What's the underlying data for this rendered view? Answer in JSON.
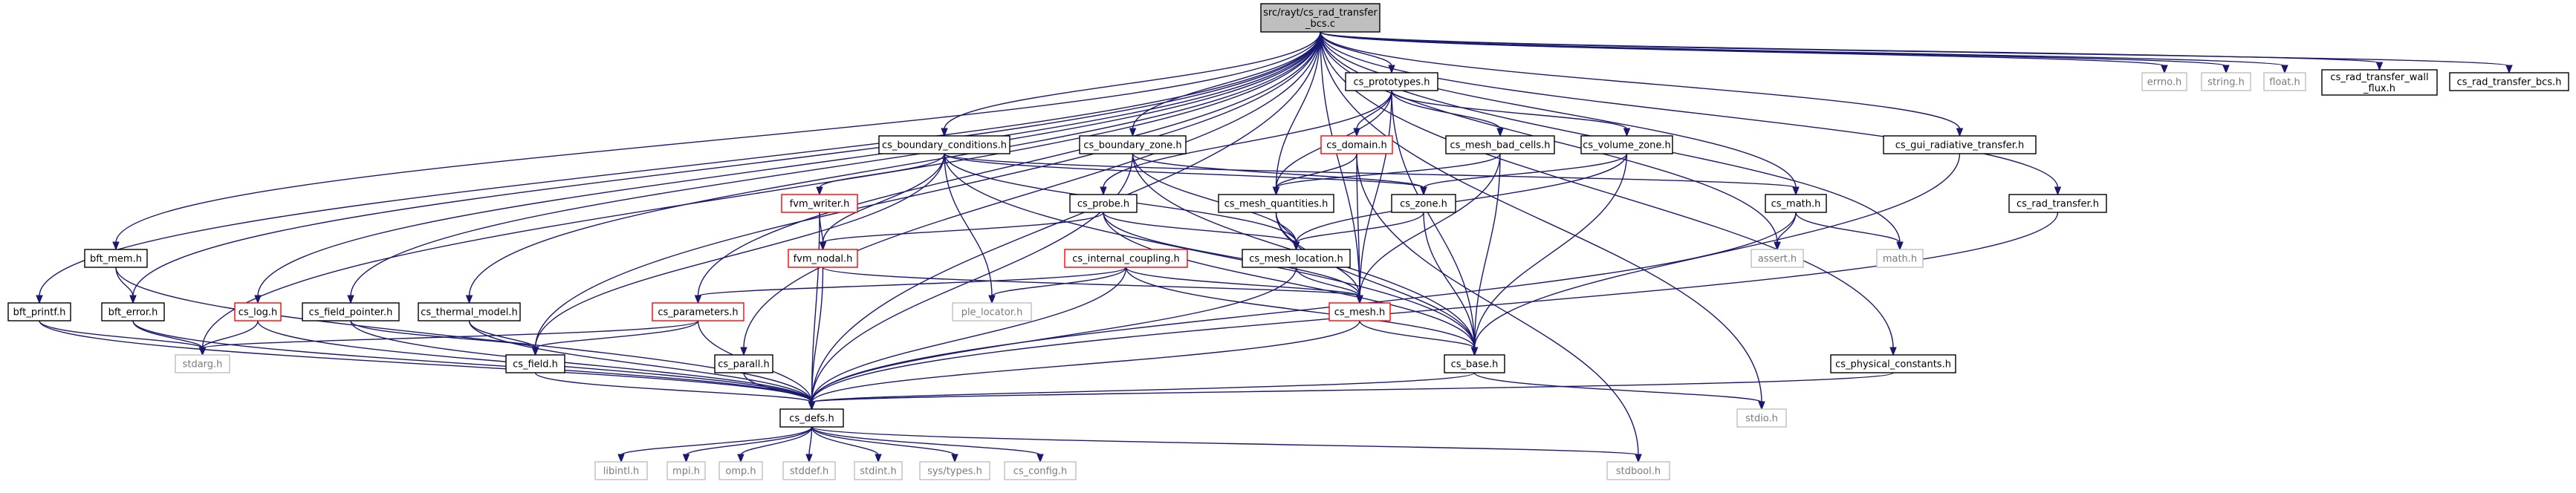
{
  "diagram": {
    "type": "include-dependency-graph",
    "colors": {
      "root_fill": "#bfbfbf",
      "documented_border": "#000000",
      "incomplete_border": "#ff0000",
      "external_border": "#bfbfbf",
      "external_text": "#7a7a7a",
      "edge": "#191970"
    },
    "nodes": [
      {
        "id": "root",
        "label": [
          "src/rayt/cs_rad_transfer",
          "_bcs.c"
        ],
        "kind": "root"
      },
      {
        "id": "prototypes",
        "label": [
          "cs_prototypes.h"
        ],
        "kind": "documented"
      },
      {
        "id": "errno",
        "label": [
          "errno.h"
        ],
        "kind": "external"
      },
      {
        "id": "string",
        "label": [
          "string.h"
        ],
        "kind": "external"
      },
      {
        "id": "float",
        "label": [
          "float.h"
        ],
        "kind": "external"
      },
      {
        "id": "wall_flux",
        "label": [
          "cs_rad_transfer_wall",
          "_flux.h"
        ],
        "kind": "documented"
      },
      {
        "id": "rt_bcs",
        "label": [
          "cs_rad_transfer_bcs.h"
        ],
        "kind": "documented"
      },
      {
        "id": "bc",
        "label": [
          "cs_boundary_conditions.h"
        ],
        "kind": "documented"
      },
      {
        "id": "bzone",
        "label": [
          "cs_boundary_zone.h"
        ],
        "kind": "documented"
      },
      {
        "id": "domain",
        "label": [
          "cs_domain.h"
        ],
        "kind": "incomplete"
      },
      {
        "id": "badcells",
        "label": [
          "cs_mesh_bad_cells.h"
        ],
        "kind": "documented"
      },
      {
        "id": "vzone",
        "label": [
          "cs_volume_zone.h"
        ],
        "kind": "documented"
      },
      {
        "id": "gui_rad",
        "label": [
          "cs_gui_radiative_transfer.h"
        ],
        "kind": "documented"
      },
      {
        "id": "fvm_writer",
        "label": [
          "fvm_writer.h"
        ],
        "kind": "incomplete"
      },
      {
        "id": "probe",
        "label": [
          "cs_probe.h"
        ],
        "kind": "documented"
      },
      {
        "id": "mq",
        "label": [
          "cs_mesh_quantities.h"
        ],
        "kind": "documented"
      },
      {
        "id": "zone",
        "label": [
          "cs_zone.h"
        ],
        "kind": "documented"
      },
      {
        "id": "math",
        "label": [
          "cs_math.h"
        ],
        "kind": "documented"
      },
      {
        "id": "rad_transfer",
        "label": [
          "cs_rad_transfer.h"
        ],
        "kind": "documented"
      },
      {
        "id": "bft_mem",
        "label": [
          "bft_mem.h"
        ],
        "kind": "documented"
      },
      {
        "id": "fvm_nodal",
        "label": [
          "fvm_nodal.h"
        ],
        "kind": "incomplete"
      },
      {
        "id": "intcpl",
        "label": [
          "cs_internal_coupling.h"
        ],
        "kind": "incomplete"
      },
      {
        "id": "mloc",
        "label": [
          "cs_mesh_location.h"
        ],
        "kind": "documented"
      },
      {
        "id": "assert",
        "label": [
          "assert.h"
        ],
        "kind": "external"
      },
      {
        "id": "mathh",
        "label": [
          "math.h"
        ],
        "kind": "external"
      },
      {
        "id": "bft_printf",
        "label": [
          "bft_printf.h"
        ],
        "kind": "documented"
      },
      {
        "id": "bft_error",
        "label": [
          "bft_error.h"
        ],
        "kind": "documented"
      },
      {
        "id": "log",
        "label": [
          "cs_log.h"
        ],
        "kind": "incomplete"
      },
      {
        "id": "fptr",
        "label": [
          "cs_field_pointer.h"
        ],
        "kind": "documented"
      },
      {
        "id": "thermal",
        "label": [
          "cs_thermal_model.h"
        ],
        "kind": "documented"
      },
      {
        "id": "params",
        "label": [
          "cs_parameters.h"
        ],
        "kind": "incomplete"
      },
      {
        "id": "ple",
        "label": [
          "ple_locator.h"
        ],
        "kind": "external"
      },
      {
        "id": "mesh",
        "label": [
          "cs_mesh.h"
        ],
        "kind": "incomplete"
      },
      {
        "id": "stdarg",
        "label": [
          "stdarg.h"
        ],
        "kind": "external"
      },
      {
        "id": "field",
        "label": [
          "cs_field.h"
        ],
        "kind": "documented"
      },
      {
        "id": "parall",
        "label": [
          "cs_parall.h"
        ],
        "kind": "documented"
      },
      {
        "id": "base",
        "label": [
          "cs_base.h"
        ],
        "kind": "documented"
      },
      {
        "id": "physc",
        "label": [
          "cs_physical_constants.h"
        ],
        "kind": "documented"
      },
      {
        "id": "defs",
        "label": [
          "cs_defs.h"
        ],
        "kind": "documented"
      },
      {
        "id": "stdio",
        "label": [
          "stdio.h"
        ],
        "kind": "external"
      },
      {
        "id": "libintl",
        "label": [
          "libintl.h"
        ],
        "kind": "external"
      },
      {
        "id": "mpi",
        "label": [
          "mpi.h"
        ],
        "kind": "external"
      },
      {
        "id": "omp",
        "label": [
          "omp.h"
        ],
        "kind": "external"
      },
      {
        "id": "stddef",
        "label": [
          "stddef.h"
        ],
        "kind": "external"
      },
      {
        "id": "stdint",
        "label": [
          "stdint.h"
        ],
        "kind": "external"
      },
      {
        "id": "systypes",
        "label": [
          "sys/types.h"
        ],
        "kind": "external"
      },
      {
        "id": "config",
        "label": [
          "cs_config.h"
        ],
        "kind": "external"
      },
      {
        "id": "stdbool",
        "label": [
          "stdbool.h"
        ],
        "kind": "external"
      }
    ],
    "edges": [
      [
        "root",
        "prototypes"
      ],
      [
        "root",
        "errno"
      ],
      [
        "root",
        "string"
      ],
      [
        "root",
        "float"
      ],
      [
        "root",
        "wall_flux"
      ],
      [
        "root",
        "rt_bcs"
      ],
      [
        "root",
        "bc"
      ],
      [
        "root",
        "bzone"
      ],
      [
        "root",
        "mq"
      ],
      [
        "root",
        "mesh"
      ],
      [
        "root",
        "math"
      ],
      [
        "root",
        "assert"
      ],
      [
        "root",
        "mathh"
      ],
      [
        "root",
        "gui_rad"
      ],
      [
        "root",
        "rad_transfer"
      ],
      [
        "root",
        "physc"
      ],
      [
        "root",
        "stdio"
      ],
      [
        "root",
        "bft_mem"
      ],
      [
        "root",
        "bft_printf"
      ],
      [
        "root",
        "bft_error"
      ],
      [
        "root",
        "log"
      ],
      [
        "root",
        "fptr"
      ],
      [
        "root",
        "thermal"
      ],
      [
        "root",
        "params"
      ],
      [
        "root",
        "parall"
      ],
      [
        "root",
        "field"
      ],
      [
        "root",
        "stdarg"
      ],
      [
        "root",
        "defs"
      ],
      [
        "prototypes",
        "domain"
      ],
      [
        "prototypes",
        "badcells"
      ],
      [
        "prototypes",
        "vzone"
      ],
      [
        "prototypes",
        "probe"
      ],
      [
        "prototypes",
        "mq"
      ],
      [
        "prototypes",
        "mesh"
      ],
      [
        "prototypes",
        "base"
      ],
      [
        "bc",
        "fvm_writer"
      ],
      [
        "bc",
        "fvm_nodal"
      ],
      [
        "bc",
        "field"
      ],
      [
        "bc",
        "mloc"
      ],
      [
        "bc",
        "zone"
      ],
      [
        "bc",
        "ple"
      ],
      [
        "bc",
        "base"
      ],
      [
        "bc",
        "math"
      ],
      [
        "bzone",
        "zone"
      ],
      [
        "bzone",
        "mloc"
      ],
      [
        "bzone",
        "defs"
      ],
      [
        "bzone",
        "base"
      ],
      [
        "domain",
        "mq"
      ],
      [
        "domain",
        "mesh"
      ],
      [
        "domain",
        "stdbool"
      ],
      [
        "badcells",
        "mq"
      ],
      [
        "badcells",
        "mesh"
      ],
      [
        "badcells",
        "base"
      ],
      [
        "vzone",
        "zone"
      ],
      [
        "vzone",
        "mloc"
      ],
      [
        "vzone",
        "base"
      ],
      [
        "gui_rad",
        "base"
      ],
      [
        "fvm_writer",
        "fvm_nodal"
      ],
      [
        "fvm_writer",
        "defs"
      ],
      [
        "probe",
        "fvm_nodal"
      ],
      [
        "probe",
        "mloc"
      ],
      [
        "probe",
        "mesh"
      ],
      [
        "probe",
        "base"
      ],
      [
        "mq",
        "mloc"
      ],
      [
        "mq",
        "mesh"
      ],
      [
        "mq",
        "base"
      ],
      [
        "zone",
        "mloc"
      ],
      [
        "zone",
        "base"
      ],
      [
        "math",
        "assert"
      ],
      [
        "math",
        "mathh"
      ],
      [
        "math",
        "defs"
      ],
      [
        "rad_transfer",
        "defs"
      ],
      [
        "bft_mem",
        "bft_error"
      ],
      [
        "bft_mem",
        "defs"
      ],
      [
        "fvm_nodal",
        "mesh"
      ],
      [
        "fvm_nodal",
        "defs"
      ],
      [
        "intcpl",
        "params"
      ],
      [
        "intcpl",
        "ple"
      ],
      [
        "intcpl",
        "mesh"
      ],
      [
        "intcpl",
        "base"
      ],
      [
        "intcpl",
        "defs"
      ],
      [
        "mloc",
        "mesh"
      ],
      [
        "mloc",
        "defs"
      ],
      [
        "bft_printf",
        "stdarg"
      ],
      [
        "bft_printf",
        "defs"
      ],
      [
        "bft_error",
        "stdarg"
      ],
      [
        "bft_error",
        "defs"
      ],
      [
        "log",
        "stdarg"
      ],
      [
        "log",
        "defs"
      ],
      [
        "fptr",
        "field"
      ],
      [
        "fptr",
        "defs"
      ],
      [
        "thermal",
        "field"
      ],
      [
        "thermal",
        "defs"
      ],
      [
        "params",
        "stdarg"
      ],
      [
        "params",
        "field"
      ],
      [
        "params",
        "defs"
      ],
      [
        "mesh",
        "base"
      ],
      [
        "mesh",
        "defs"
      ],
      [
        "field",
        "defs"
      ],
      [
        "parall",
        "defs"
      ],
      [
        "base",
        "defs"
      ],
      [
        "base",
        "stdio"
      ],
      [
        "physc",
        "defs"
      ],
      [
        "defs",
        "libintl"
      ],
      [
        "defs",
        "mpi"
      ],
      [
        "defs",
        "omp"
      ],
      [
        "defs",
        "stddef"
      ],
      [
        "defs",
        "stdint"
      ],
      [
        "defs",
        "systypes"
      ],
      [
        "defs",
        "config"
      ],
      [
        "defs",
        "stdbool"
      ]
    ]
  }
}
